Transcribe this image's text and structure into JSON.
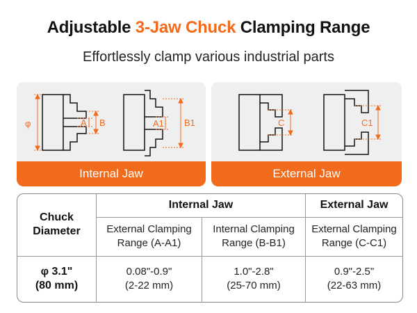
{
  "header": {
    "title_part1": "Adjustable ",
    "title_accent": "3-Jaw Chuck",
    "title_part2": " Clamping Range",
    "subtitle": "Effortlessly clamp various industrial parts"
  },
  "diagram_labels": {
    "phi": "φ",
    "a": "A",
    "b": "B",
    "a1": "A1",
    "b1": "B1",
    "c": "C",
    "c1": "C1"
  },
  "panels": {
    "internal_label": "Internal Jaw",
    "external_label": "External Jaw"
  },
  "table": {
    "col_chuck": "Chuck Diameter",
    "group_internal": "Internal Jaw",
    "group_external": "External Jaw",
    "sub_ext_a": "External Clamping Range (A-A1)",
    "sub_int_b": "Internal Clamping Range (B-B1)",
    "sub_ext_c": "External Clamping Range (C-C1)",
    "row_diameter_in": "φ 3.1\"",
    "row_diameter_mm": "(80 mm)",
    "val_a_in": "0.08\"-0.9\"",
    "val_a_mm": "(2-22 mm)",
    "val_b_in": "1.0\"-2.8\"",
    "val_b_mm": "(25-70 mm)",
    "val_c_in": "0.9\"-2.5\"",
    "val_c_mm": "(22-63 mm)"
  },
  "colors": {
    "accent": "#f26a1b",
    "panel_bg": "#efefef"
  }
}
